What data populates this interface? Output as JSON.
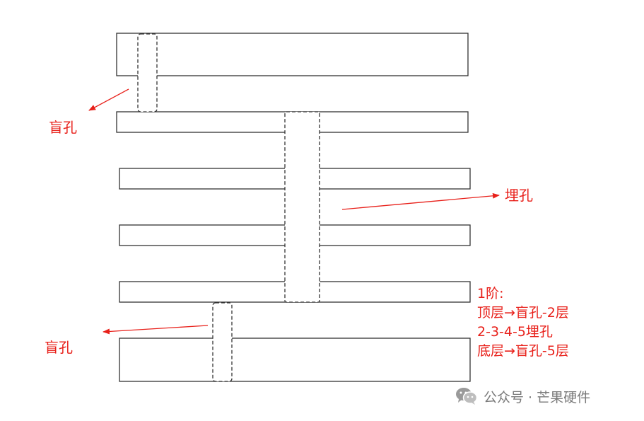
{
  "labels": {
    "blind_top": "盲孔",
    "buried": "埋孔",
    "blind_bottom": "盲孔"
  },
  "note": {
    "lines": [
      "1阶:",
      "顶层→盲孔-2层",
      "2-3-4-5埋孔",
      "底层→盲孔-5层"
    ]
  },
  "watermark": {
    "text": "公众号 · 芒果硬件"
  },
  "colors": {
    "annotation": "#e8201a",
    "outline": "#333333",
    "watermark": "#7a7a7a"
  }
}
